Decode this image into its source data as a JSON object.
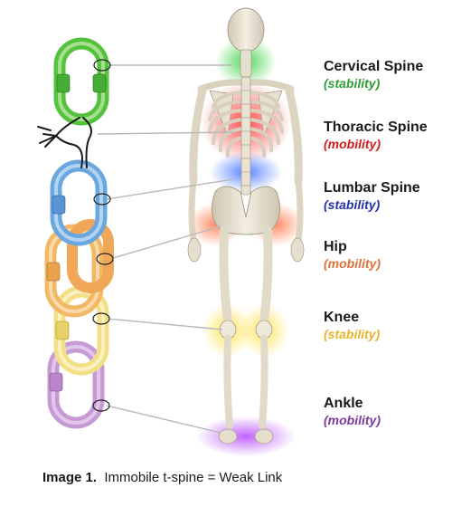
{
  "labels": [
    {
      "name": "Cervical Spine",
      "role": "(stability)",
      "color": "#2e9e34"
    },
    {
      "name": "Thoracic Spine",
      "role": "(mobility)",
      "color": "#d21b1b"
    },
    {
      "name": "Lumbar Spine",
      "role": "(stability)",
      "color": "#2233aa"
    },
    {
      "name": "Hip",
      "role": "(mobility)",
      "color": "#e0703a"
    },
    {
      "name": "Knee",
      "role": "(stability)",
      "color": "#e8b32a"
    },
    {
      "name": "Ankle",
      "role": "(mobility)",
      "color": "#7b3aa0"
    }
  ],
  "caption": {
    "prefix": "Image 1.",
    "text": "Immobile t-spine = Weak Link"
  },
  "chain_links": [
    {
      "color": "#55c23e",
      "meaning": "cervical-spine"
    },
    {
      "color": "#6aa6e0",
      "meaning": "lumbar-spine"
    },
    {
      "color": "#f3b866",
      "meaning": "hip"
    },
    {
      "color": "#f2df86",
      "meaning": "knee"
    },
    {
      "color": "#c79ad6",
      "meaning": "ankle"
    }
  ],
  "weak_link_note": "thoracic segment replaced by frayed wire"
}
